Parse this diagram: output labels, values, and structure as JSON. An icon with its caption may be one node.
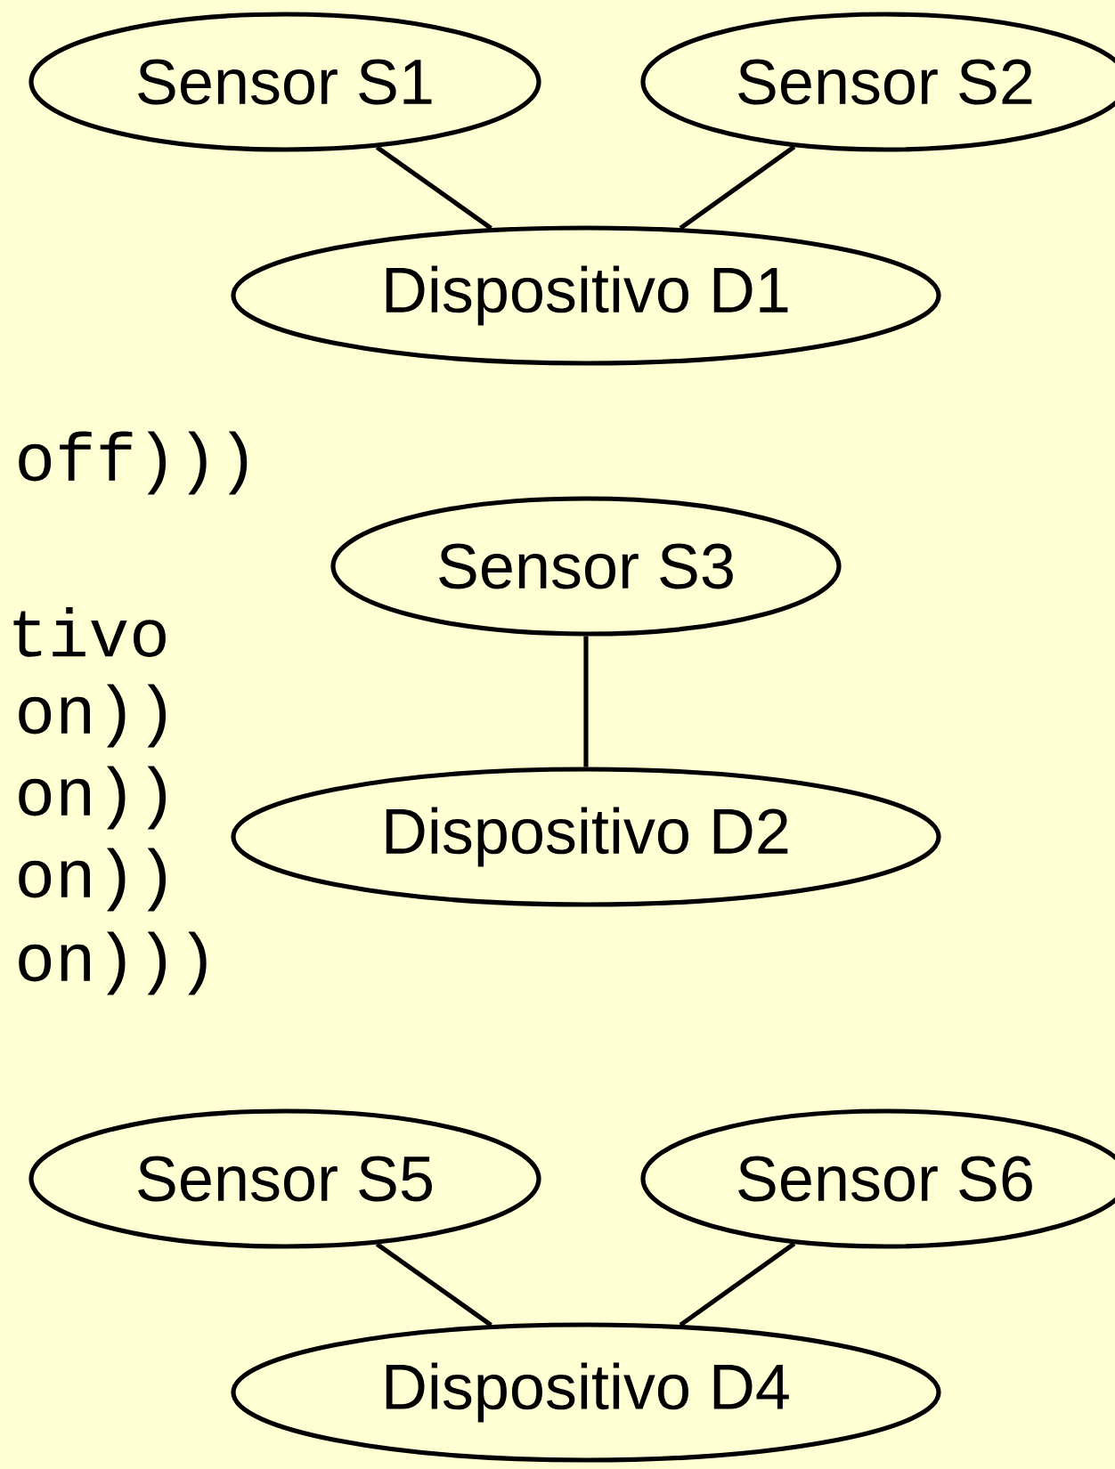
{
  "diagram": {
    "nodes": [
      {
        "text": [
          "Sensor S1"
        ]
      },
      {
        "text": [
          "Sensor S2"
        ]
      },
      {
        "text": [
          "Dispositivo D1"
        ]
      },
      {
        "text": [
          "Sensor S3"
        ]
      },
      {
        "text": [
          "Dispositivo D2"
        ]
      },
      {
        "text": [
          "Sensor S5"
        ]
      },
      {
        "text": [
          "Sensor S6"
        ]
      },
      {
        "text": [
          "Dispositivo D4"
        ]
      }
    ],
    "edges": [
      {
        "from": 0,
        "to": 2,
        "arrow": "none"
      },
      {
        "from": 1,
        "to": 2,
        "arrow": "none"
      },
      {
        "from": 3,
        "to": 4,
        "arrow": "none"
      },
      {
        "from": 5,
        "to": 7,
        "arrow": "none"
      },
      {
        "from": 6,
        "to": 7,
        "arrow": "none"
      }
    ],
    "labels": [
      "off)))",
      "tivo",
      "on))",
      "on))",
      "on))",
      "on)))"
    ]
  }
}
